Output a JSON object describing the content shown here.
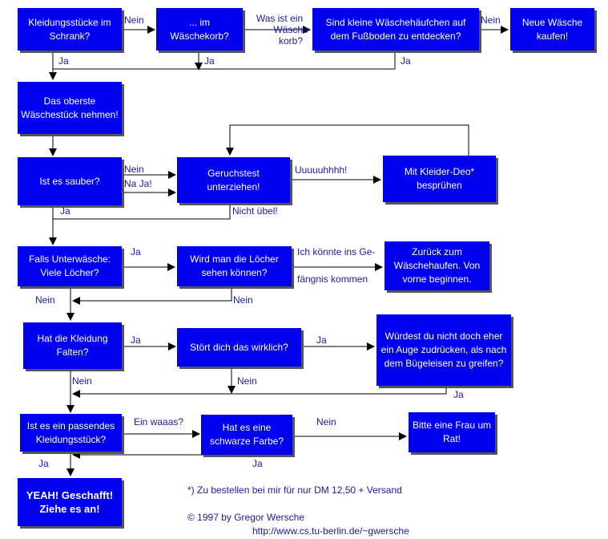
{
  "nodes": {
    "schrank": "Kleidungsstücke im Schrank?",
    "waeschekorb": "... im Wäschekorb?",
    "fussboden": "Sind kleine Wäschehäufchen auf dem Fußboden zu entdecken?",
    "neu_kaufen": "Neue Wäsche kaufen!",
    "oberste": "Das oberste Wäschestück nehmen!",
    "sauber": "Ist es sauber?",
    "geruchstest": "Geruchstest unterziehen!",
    "deo": "Mit Kleider-Deo* besprühen",
    "unterwaesche": "Falls Unterwäsche: Viele Löcher?",
    "loecher": "Wird man die Löcher sehen können?",
    "zurueck": "Zurück zum Wäschehaufen. Von vorne beginnen.",
    "falten": "Hat die Kleidung Falten?",
    "stoert": "Stört dich das wirklich?",
    "auge": "Würdest du nicht doch eher ein Auge zudrücken, als nach dem Bügeleisen zu greifen?",
    "passend": "Ist es ein passendes Kleidungsstück?",
    "schwarz": "Hat es eine schwarze Farbe?",
    "frau": "Bitte eine Frau um Rat!",
    "yeah_line1": "YEAH! Geschafft!",
    "yeah_line2": "Ziehe es an!"
  },
  "labels": {
    "nein_1": "Nein",
    "was_ist_line1": "Was ist ein",
    "was_ist_line2": "Wäsche",
    "was_ist_line3": "korb?",
    "nein_2": "Nein",
    "ja_1": "Ja",
    "ja_2": "Ja",
    "ja_3": "Ja",
    "nein_sauber": "Nein",
    "na_ja": "Na Ja!",
    "uuuuh": "Uuuuuhhhh!",
    "nicht_uebel": "Nicht übel!",
    "ja_sauber": "Ja",
    "ja_unterwaesche": "Ja",
    "gefaengnis_line1": "Ich könnte ins Ge-",
    "gefaengnis_line2": "fängnis kommen",
    "nein_unterwaesche": "Nein",
    "nein_loecher": "Nein",
    "ja_falten": "Ja",
    "ja_stoert": "Ja",
    "nein_falten": "Nein",
    "nein_stoert": "Nein",
    "ja_auge": "Ja",
    "ein_waaas": "Ein waaas?",
    "nein_schwarz": "Nein",
    "ja_passend": "Ja",
    "ja_schwarz": "Ja"
  },
  "footer": {
    "footnote": "*) Zu bestellen bei mir für nur DM 12,50 + Versand",
    "copyright": "© 1997 by Gregor Wersche",
    "url": "http://www.cs.tu-berlin.de/~gwersche"
  },
  "colors": {
    "box": "#0000ee",
    "label": "#1a1aa0",
    "line": "#000000"
  }
}
